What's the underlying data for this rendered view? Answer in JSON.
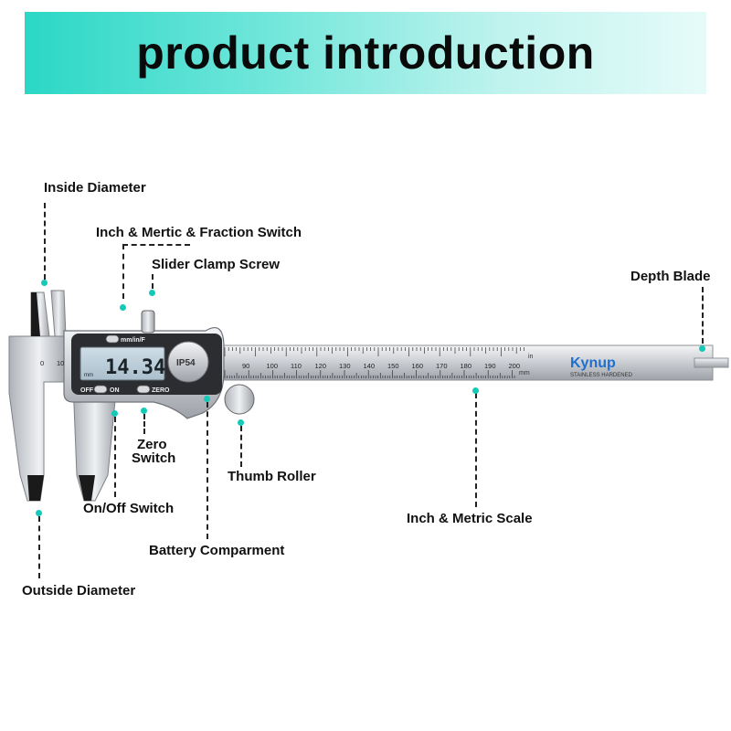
{
  "banner": {
    "title": "product introduction",
    "color": "#2ad7c6"
  },
  "callouts": {
    "inside_diameter": "Inside Diameter",
    "fraction_switch": "Inch & Mertic & Fraction Switch",
    "clamp_screw": "Slider Clamp Screw",
    "depth_blade": "Depth Blade",
    "zero_switch_1": "Zero",
    "zero_switch_2": "Switch",
    "thumb_roller": "Thumb Roller",
    "onoff_switch": "On/Off Switch",
    "inch_metric_scale": "Inch & Metric Scale",
    "battery": "Battery Comparment",
    "outside_diameter": "Outside Diameter"
  },
  "device": {
    "display_value": "14.34",
    "unit_small": "mm",
    "button_top": "mm/in/F",
    "button_off": "OFF",
    "button_on": "ON",
    "button_zero": "ZERO",
    "ip_badge": "IP54",
    "brand": "Kynup",
    "brand_sub": "STAINLESS HARDENED",
    "scale_unit_in": "in",
    "scale_unit_mm": "mm",
    "scale_numbers": [
      "0",
      "10",
      "90",
      "100",
      "110",
      "120",
      "130",
      "140",
      "150",
      "160",
      "170",
      "180",
      "190",
      "200"
    ],
    "accent_color": "#14c9b8",
    "brand_color": "#1e6fd0"
  }
}
